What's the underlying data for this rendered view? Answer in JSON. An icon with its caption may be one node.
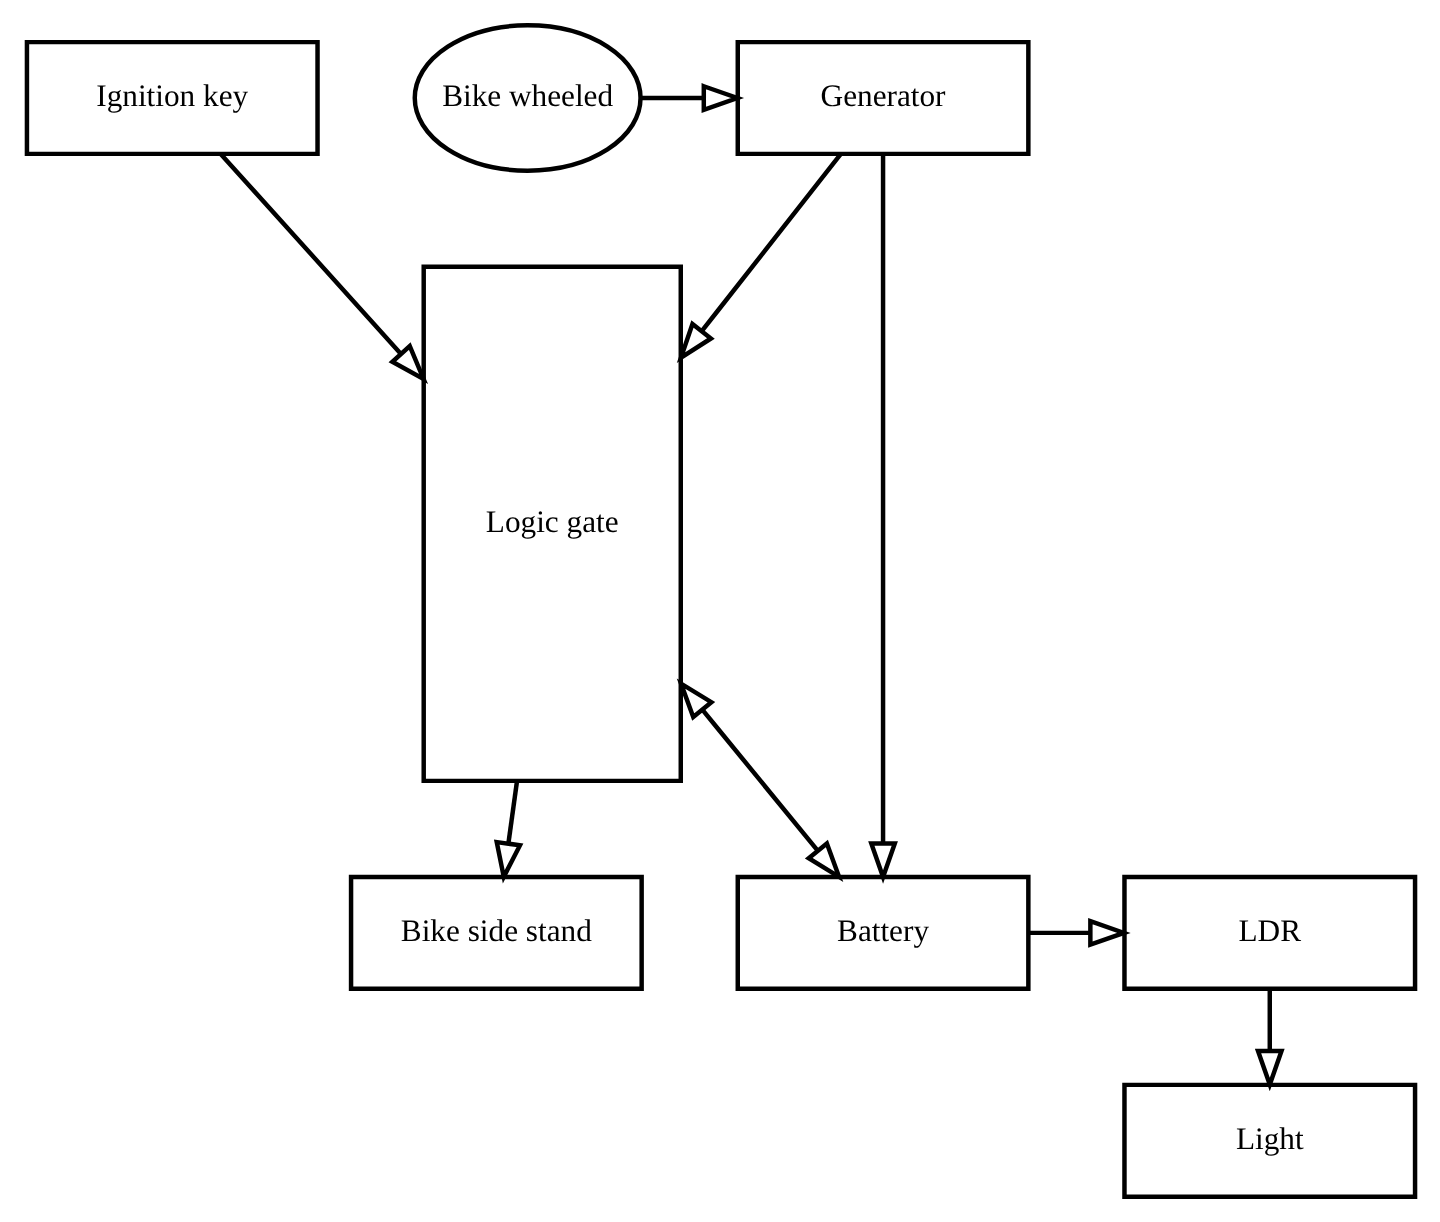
{
  "diagram": {
    "nodes": [
      {
        "text": [
          "Ignition key"
        ]
      },
      {
        "text": [
          "Logic gate"
        ]
      },
      {
        "text": [
          "Generator"
        ]
      },
      {
        "text": [
          "Bike wheeled"
        ]
      },
      {
        "text": [
          "Battery"
        ]
      },
      {
        "text": [
          "LDR"
        ]
      },
      {
        "text": [
          "Light"
        ]
      },
      {
        "text": [
          "Bike side stand"
        ]
      }
    ],
    "edges": [
      {
        "from": 0,
        "to": 1,
        "arrow": "to"
      },
      {
        "from": 2,
        "to": 1,
        "arrow": "to"
      },
      {
        "from": 3,
        "to": 2,
        "arrow": "to"
      },
      {
        "from": 2,
        "to": 4,
        "arrow": "to"
      },
      {
        "from": 1,
        "to": 4,
        "arrow": "both"
      },
      {
        "from": 4,
        "to": 5,
        "arrow": "to"
      },
      {
        "from": 5,
        "to": 6,
        "arrow": "to"
      },
      {
        "from": 1,
        "to": 7,
        "arrow": "to"
      }
    ]
  }
}
